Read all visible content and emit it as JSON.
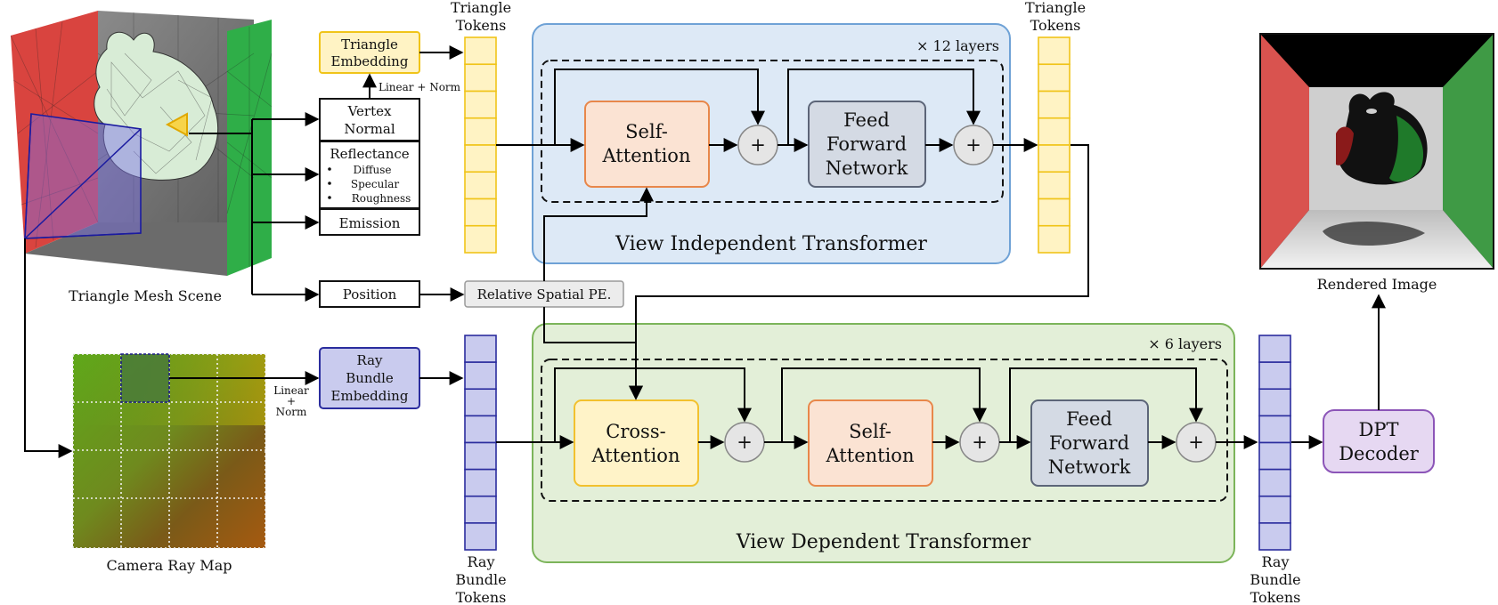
{
  "labels": {
    "triangle_tokens_in": [
      "Triangle",
      "Tokens"
    ],
    "triangle_tokens_out": [
      "Triangle",
      "Tokens"
    ],
    "triangle_embedding": [
      "Triangle",
      "Embedding"
    ],
    "linear_norm_top": "Linear + Norm",
    "vertex_normal": [
      "Vertex",
      "Normal"
    ],
    "reflectance": "Reflectance",
    "reflectance_items": [
      "Diffuse",
      "Specular",
      "Roughness"
    ],
    "emission": "Emission",
    "position": "Position",
    "relative_pe": "Relative Spatial PE.",
    "triangle_mesh_scene": "Triangle Mesh Scene",
    "camera_ray_map": "Camera Ray Map",
    "ray_bundle_embedding": [
      "Ray",
      "Bundle",
      "Embedding"
    ],
    "linear_norm_bottom": [
      "Linear",
      "+",
      "Norm"
    ],
    "ray_bundle_tokens_in": [
      "Ray",
      "Bundle",
      "Tokens"
    ],
    "ray_bundle_tokens_out": [
      "Ray",
      "Bundle",
      "Tokens"
    ],
    "rendered_image": "Rendered Image",
    "dpt_decoder": [
      "DPT",
      "Decoder"
    ],
    "plus": "+"
  },
  "vit": {
    "title": "View Independent Transformer",
    "layers": "× 12 layers",
    "self_attention": [
      "Self-",
      "Attention"
    ],
    "ffn": [
      "Feed",
      "Forward",
      "Network"
    ]
  },
  "vdt": {
    "title": "View Dependent Transformer",
    "layers": "× 6 layers",
    "cross_attention": [
      "Cross-",
      "Attention"
    ],
    "self_attention": [
      "Self-",
      "Attention"
    ],
    "ffn": [
      "Feed",
      "Forward",
      "Network"
    ]
  },
  "colors": {
    "triangle_token": "#fff3c4",
    "triangle_token_border": "#f0c419",
    "ray_token": "#c9cbee",
    "ray_token_border": "#2b2d9e",
    "vit_bg": "#dde9f6",
    "vit_border": "#6fa2d6",
    "vdt_bg": "#e3efd8",
    "vdt_border": "#7cb45a",
    "self_attention": "#fbe3d3",
    "self_attention_border": "#e8874a",
    "cross_attention": "#fff3c8",
    "cross_attention_border": "#f2c12e",
    "ffn": "#d4dae4",
    "ffn_border": "#5c6578",
    "dpt": "#e6d8f2",
    "dpt_border": "#8c55b8",
    "pe_box": "#ececec"
  }
}
